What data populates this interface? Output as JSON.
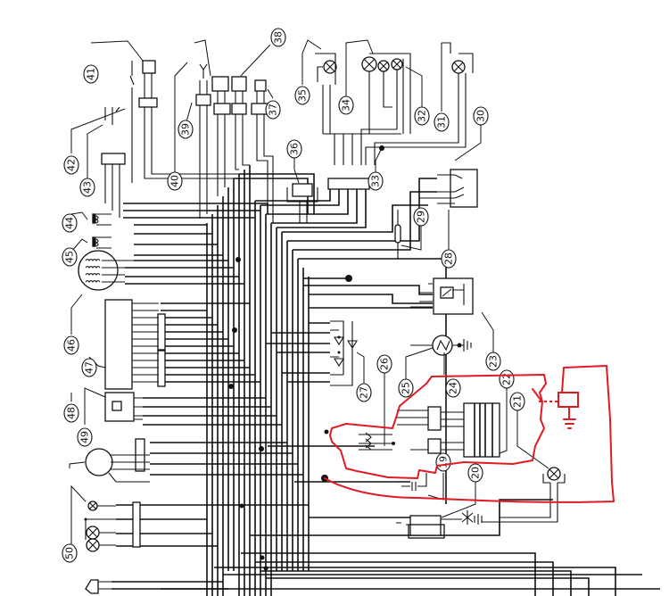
{
  "diagram": {
    "type": "electrical-wiring-schematic",
    "annotation_color": "#e01b24",
    "line_color": "#111111",
    "callouts": [
      {
        "id": "19",
        "label": "19"
      },
      {
        "id": "20",
        "label": "20"
      },
      {
        "id": "21",
        "label": "21"
      },
      {
        "id": "22",
        "label": "22"
      },
      {
        "id": "23",
        "label": "23"
      },
      {
        "id": "24",
        "label": "24"
      },
      {
        "id": "25",
        "label": "25"
      },
      {
        "id": "26",
        "label": "26"
      },
      {
        "id": "27",
        "label": "27"
      },
      {
        "id": "28",
        "label": "28"
      },
      {
        "id": "29",
        "label": "29"
      },
      {
        "id": "30",
        "label": "30"
      },
      {
        "id": "31",
        "label": "31"
      },
      {
        "id": "32",
        "label": "32"
      },
      {
        "id": "33",
        "label": "33"
      },
      {
        "id": "34",
        "label": "34"
      },
      {
        "id": "35",
        "label": "35"
      },
      {
        "id": "36",
        "label": "36"
      },
      {
        "id": "37",
        "label": "37"
      },
      {
        "id": "38",
        "label": "38"
      },
      {
        "id": "39",
        "label": "39"
      },
      {
        "id": "40",
        "label": "40"
      },
      {
        "id": "41",
        "label": "41"
      },
      {
        "id": "42",
        "label": "42"
      },
      {
        "id": "43",
        "label": "43"
      },
      {
        "id": "44",
        "label": "44"
      },
      {
        "id": "45",
        "label": "45"
      },
      {
        "id": "46",
        "label": "46"
      },
      {
        "id": "47",
        "label": "47"
      },
      {
        "id": "48",
        "label": "48"
      },
      {
        "id": "49",
        "label": "49"
      },
      {
        "id": "50",
        "label": "50"
      }
    ],
    "components": [
      "lamp",
      "relay",
      "motor",
      "ground",
      "connector-block",
      "coil",
      "alternator-stator",
      "control-unit",
      "diode-pack",
      "horn",
      "fuse-box",
      "switch",
      "spark-plug-cap",
      "sensor"
    ],
    "red_annotations": {
      "description": "Hand-drawn red outline around fuse box area with added relay and ground",
      "elements": [
        "outline-loop",
        "wire-from-junction",
        "added-relay",
        "added-switch-dashed-link",
        "added-ground"
      ]
    }
  }
}
